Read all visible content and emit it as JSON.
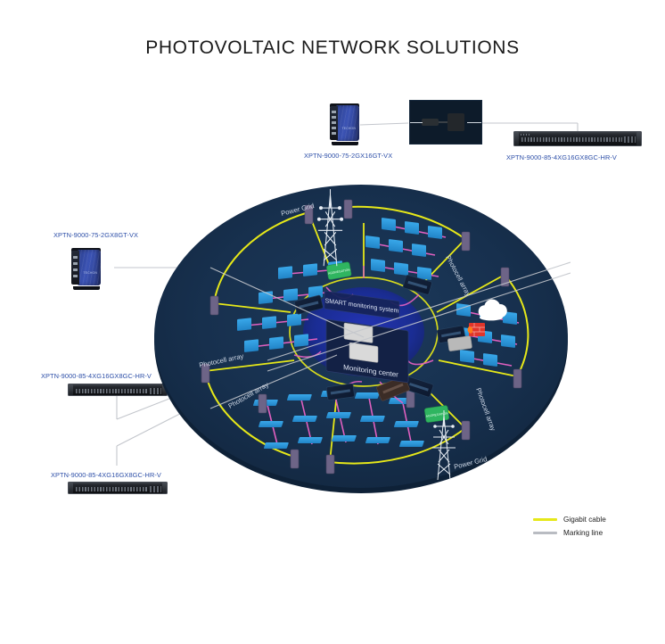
{
  "page": {
    "title": "PHOTOVOLTAIC NETWORK SOLUTIONS",
    "background": "#ffffff"
  },
  "colors": {
    "title_text": "#1a1a1a",
    "label_text": "#2d4fa8",
    "disk_fill": "#17304e",
    "disk_edge": "#102439",
    "inner_circle": "#1b2f9c",
    "gigabit_cable": "#e6e819",
    "marking_line": "#b9bcc2",
    "panel_blue": "#2f9ae0",
    "dc_link": "#e060c0",
    "node_green": "#2fb560",
    "firewall_red": "#e0352b",
    "cloud_white": "#ffffff"
  },
  "devices": [
    {
      "id": "top-wallbox",
      "name": "XPTN-9000-75-2GX16GT-VX",
      "label": "XPTN-9000-75-2GX16GT-VX",
      "type": "wallbox-switch"
    },
    {
      "id": "top-rack",
      "name": "XPTN-9000-85-4XG16GX8GC-HR-V",
      "label": "XPTN-9000-85-4XG16GX8GC-HR-V",
      "type": "rack-switch"
    },
    {
      "id": "left-wallbox",
      "name": "XPTN-9000-75-2GX8GT-VX",
      "label": "XPTN-9000-75-2GX8GT-VX",
      "type": "wallbox-switch"
    },
    {
      "id": "lowerleft-rack-1",
      "name": "XPTN-9000-85-4XG16GX8GC-HR-V",
      "label": "XPTN-9000-85-4XG16GX8GC-HR-V",
      "type": "rack-switch"
    },
    {
      "id": "lowerleft-rack-2",
      "name": "XPTN-9000-85-4XG16GX8GC-HR-V",
      "label": "XPTN-9000-85-4XG16GX8GC-HR-V",
      "type": "rack-switch"
    }
  ],
  "diagram": {
    "center": {
      "banner": "SMART monitoring system",
      "platform": "Monitoring center"
    },
    "array_labels": [
      "Photocell array",
      "Photocell array",
      "Photocell array",
      "Photocell array"
    ],
    "grid_labels": [
      "Power Grid",
      "Power Grid"
    ],
    "icons": [
      "cloud-icon",
      "firewall-icon",
      "transmission-tower-icon",
      "transmission-tower-icon"
    ]
  },
  "legend": {
    "items": [
      {
        "label": "Gigabit cable",
        "color": "#e6e819"
      },
      {
        "label": "Marking line",
        "color": "#b9bcc2"
      }
    ]
  }
}
